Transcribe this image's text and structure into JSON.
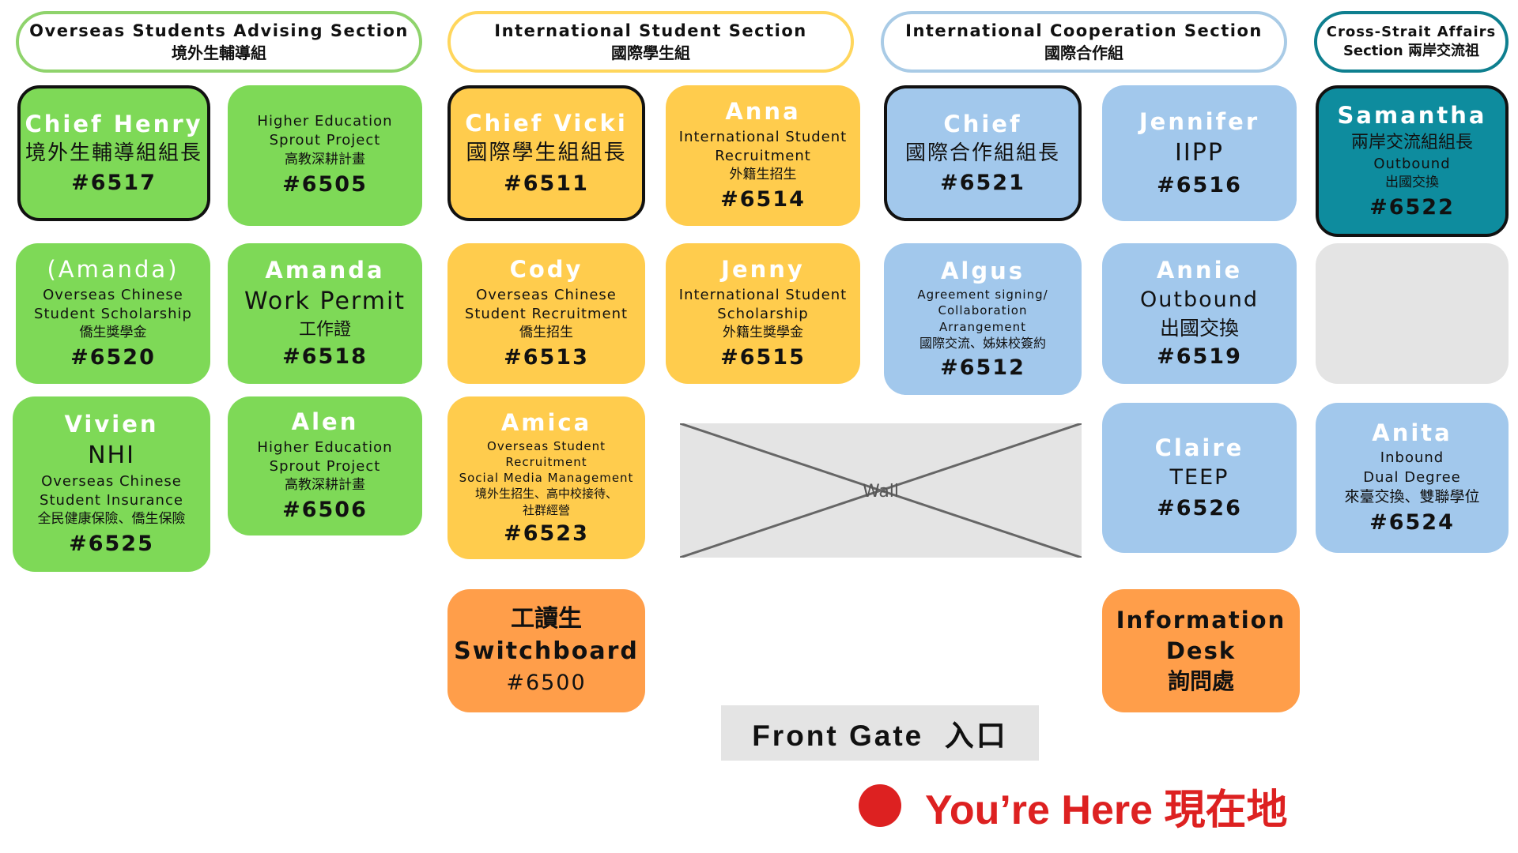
{
  "sections": [
    {
      "id": "overseas",
      "en": "Overseas Students Advising Section",
      "zh": "境外生輔導組",
      "color": "#8fd36c"
    },
    {
      "id": "intl-student",
      "en": "International Student Section",
      "zh": "國際學生組",
      "color": "#ffd65c"
    },
    {
      "id": "coop",
      "en": "International Cooperation Section",
      "zh": "國際合作組",
      "color": "#a9cbe6"
    },
    {
      "id": "cross-strait",
      "en": "Cross-Strait Affairs",
      "zh": "Section 兩岸交流祖",
      "color": "#0e7f8f"
    }
  ],
  "cards": {
    "henry": {
      "lines": [
        "Chief Henry",
        "境外生輔導組組長",
        "#6517"
      ]
    },
    "hesp1": {
      "lines": [
        "Higher Education",
        "Sprout Project",
        "高教深耕計畫",
        "#6505"
      ]
    },
    "amanda1": {
      "lines": [
        "(Amanda)",
        "Overseas Chinese",
        "Student Scholarship",
        "僑生獎學金",
        "#6520"
      ]
    },
    "amanda2": {
      "lines": [
        "Amanda",
        "Work Permit",
        "工作證",
        "#6518"
      ]
    },
    "vivien": {
      "lines": [
        "Vivien",
        "NHI",
        "Overseas Chinese",
        "Student Insurance",
        "全民健康保險、僑生保險",
        "#6525"
      ]
    },
    "alen": {
      "lines": [
        "Alen",
        "Higher Education",
        "Sprout Project",
        "高教深耕計畫",
        "#6506"
      ]
    },
    "vicki": {
      "lines": [
        "Chief Vicki",
        "國際學生組組長",
        "#6511"
      ]
    },
    "anna": {
      "lines": [
        "Anna",
        "International Student",
        "Recruitment",
        "外籍生招生",
        "#6514"
      ]
    },
    "cody": {
      "lines": [
        "Cody",
        "Overseas Chinese",
        "Student Recruitment",
        "僑生招生",
        "#6513"
      ]
    },
    "jenny": {
      "lines": [
        "Jenny",
        "International Student",
        "Scholarship",
        "外籍生獎學金",
        "#6515"
      ]
    },
    "amica": {
      "lines": [
        "Amica",
        "Overseas Student",
        "Recruitment",
        "Social Media Management",
        "境外生招生、高中校接待、",
        "社群經營",
        "#6523"
      ]
    },
    "switchboard": {
      "lines": [
        "工讀生",
        "Switchboard",
        "#6500"
      ]
    },
    "chief-coop": {
      "lines": [
        "Chief",
        "國際合作組組長",
        "#6521"
      ]
    },
    "jennifer": {
      "lines": [
        "Jennifer",
        "IIPP",
        "#6516"
      ]
    },
    "algus": {
      "lines": [
        "Algus",
        "Agreement signing/",
        "Collaboration",
        "Arrangement",
        "國際交流、姊妹校簽約",
        "#6512"
      ]
    },
    "annie": {
      "lines": [
        "Annie",
        "Outbound",
        "出國交換",
        "#6519"
      ]
    },
    "claire": {
      "lines": [
        "Claire",
        "TEEP",
        "#6526"
      ]
    },
    "info": {
      "lines": [
        "Information",
        "Desk",
        "詢問處"
      ]
    },
    "samantha": {
      "lines": [
        "Samantha",
        "兩岸交流組組長",
        "Outbound",
        "出國交換",
        "#6522"
      ]
    },
    "anita": {
      "lines": [
        "Anita",
        "Inbound",
        "Dual Degree",
        "來臺交換、雙聯學位",
        "#6524"
      ]
    }
  },
  "wall_label": "Wall",
  "front_gate": "Front Gate  入口",
  "you_are_here": "You’re Here 現在地",
  "colors": {
    "green": "#7ed957",
    "yellow": "#ffcc4d",
    "blue": "#a2c8ec",
    "teal": "#0e8c9e",
    "orange": "#ff9e4a",
    "grey": "#e4e4e4",
    "here_red": "#dd2121"
  }
}
